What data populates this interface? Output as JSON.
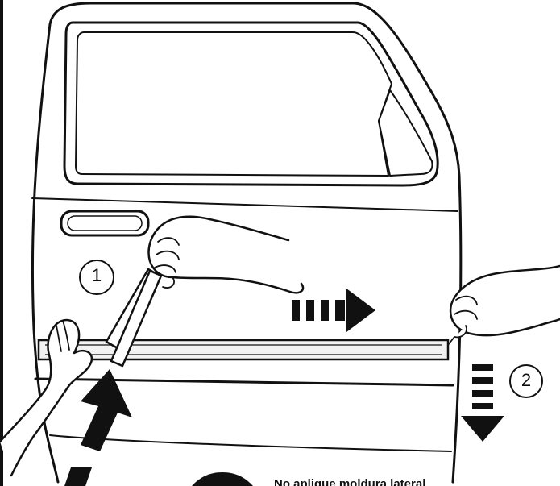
{
  "callouts": {
    "step_1": "1",
    "step_2": "2"
  },
  "warning_text": "No aplique moldura lateral",
  "colors": {
    "line": "#111111",
    "background": "#ffffff",
    "molding": "#f2f2f2"
  },
  "icons": [
    "car-door",
    "hand",
    "arrow-right",
    "arrow-down",
    "arrow-up",
    "warning-symbol"
  ]
}
